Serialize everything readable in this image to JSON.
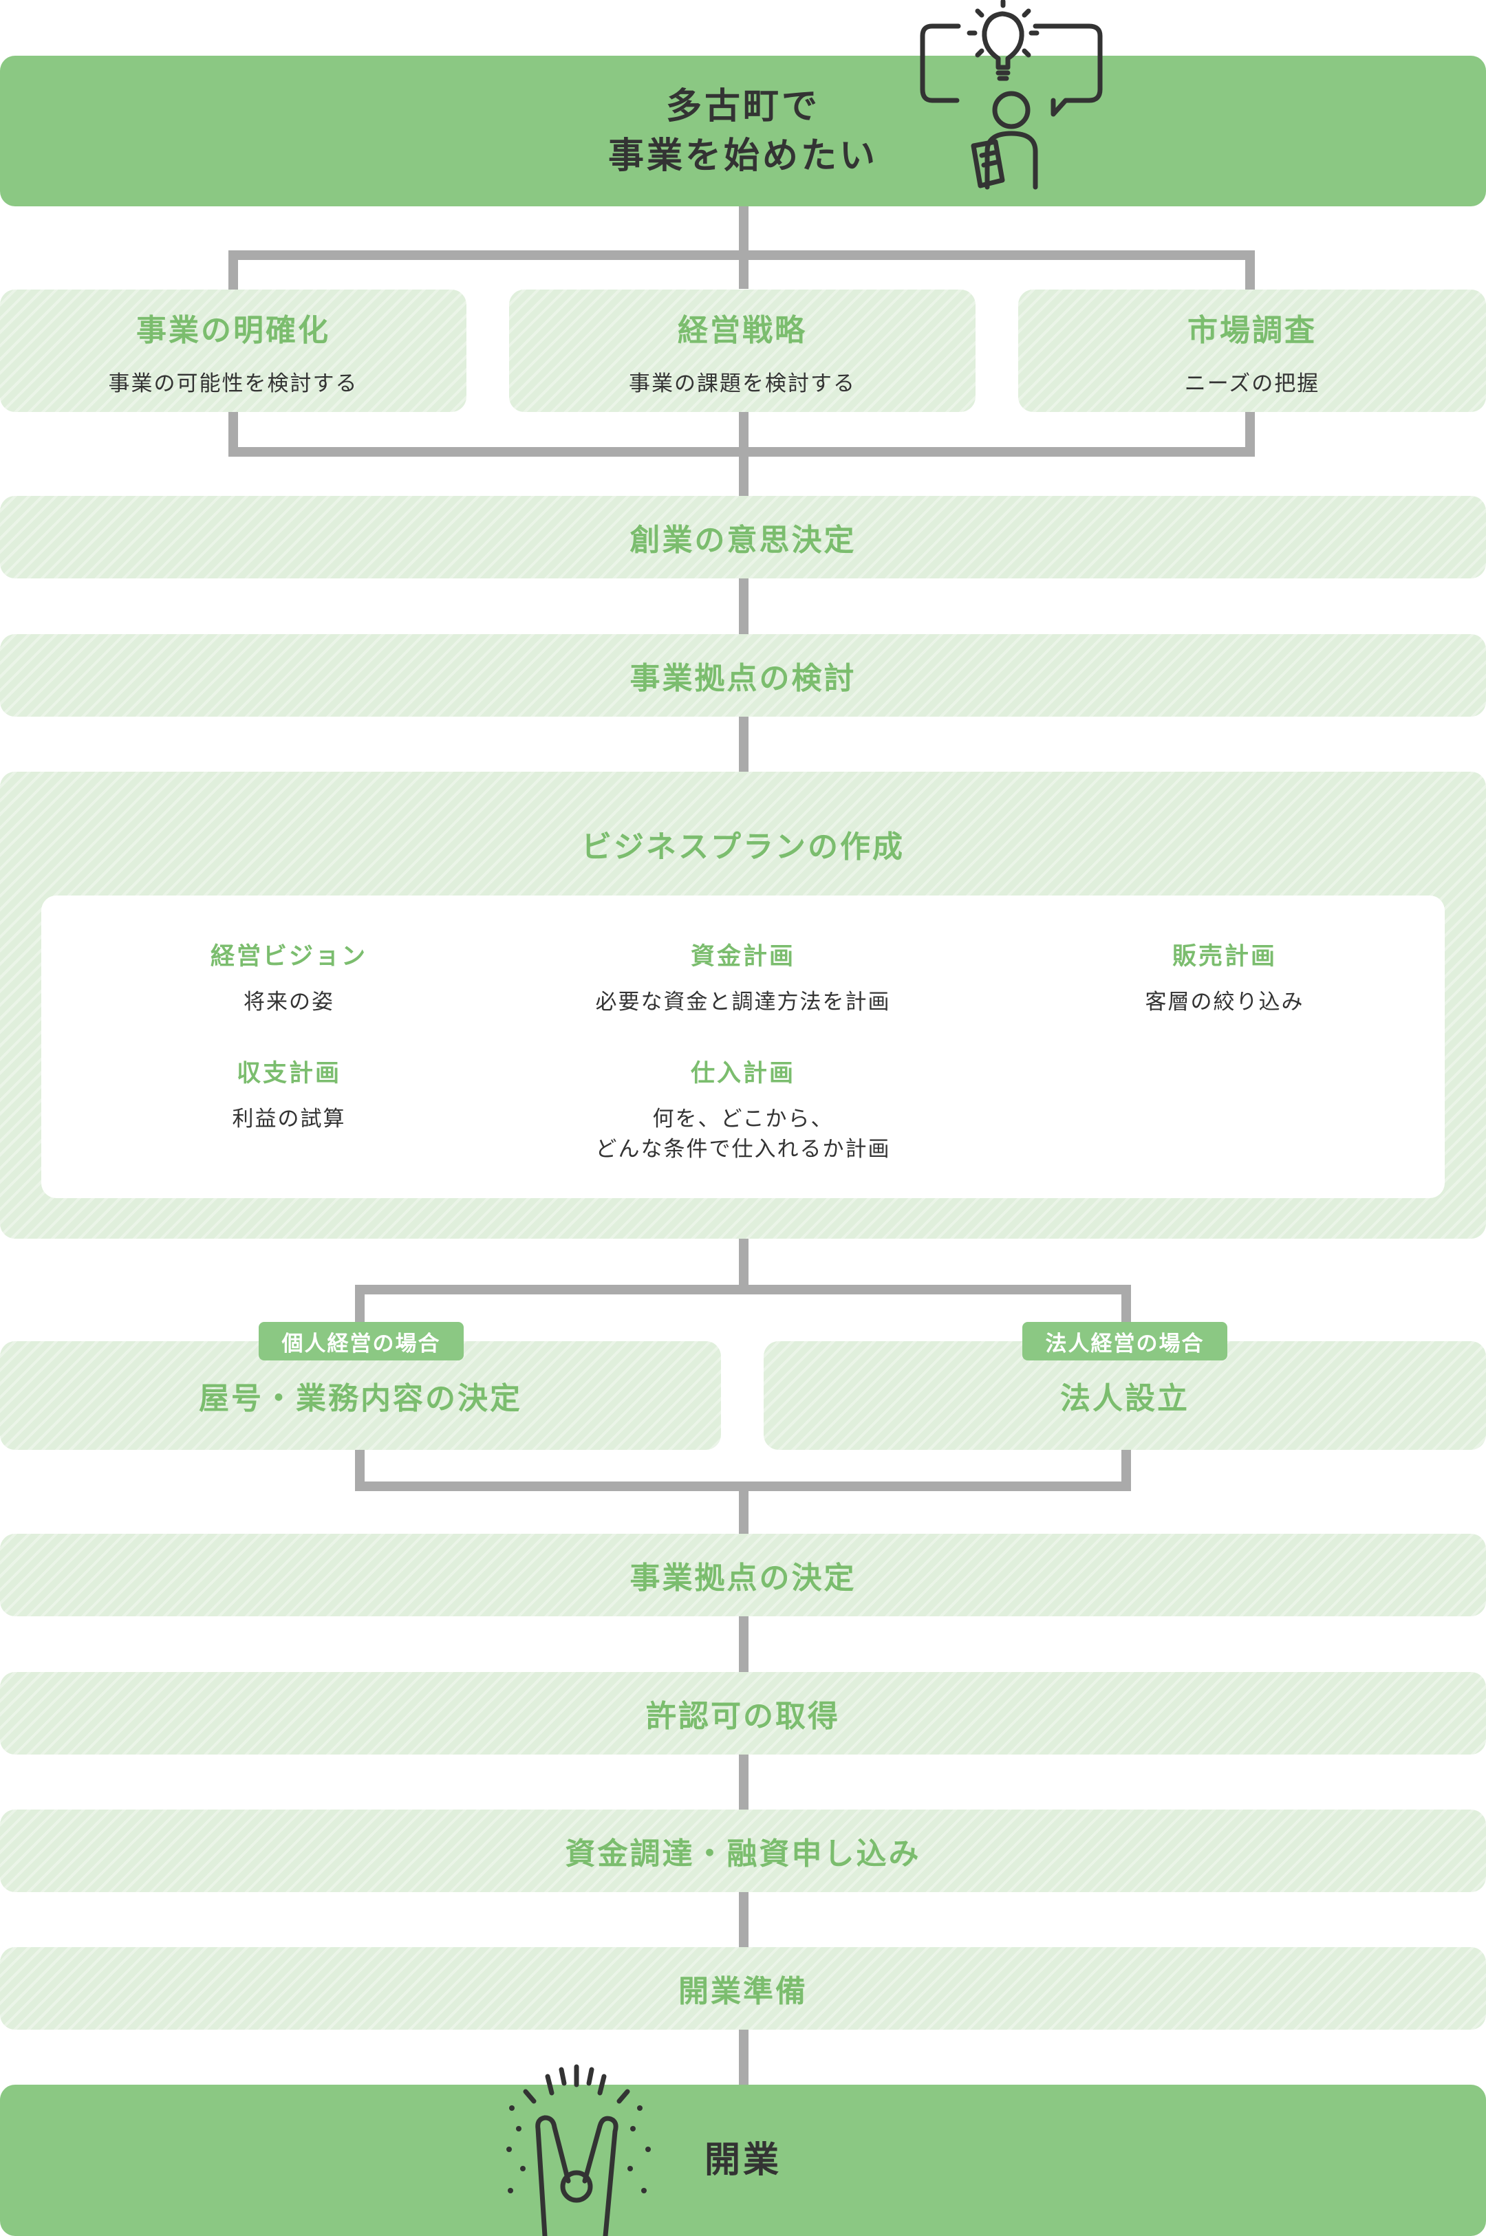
{
  "start": {
    "line1": "多古町で",
    "line2": "事業を始めたい"
  },
  "top_branches": [
    {
      "title": "事業の明確化",
      "desc": "事業の可能性を検討する"
    },
    {
      "title": "経営戦略",
      "desc": "事業の課題を検討する"
    },
    {
      "title": "市場調査",
      "desc": "ニーズの把握"
    }
  ],
  "steps": {
    "decision": "創業の意思決定",
    "base_review": "事業拠点の検討",
    "base_decision": "事業拠点の決定",
    "license": "許認可の取得",
    "funding": "資金調達・融資申し込み",
    "prep": "開業準備"
  },
  "business_plan": {
    "title": "ビジネスプランの作成",
    "items": [
      {
        "title": "経営ビジョン",
        "desc": "将来の姿"
      },
      {
        "title": "資金計画",
        "desc": "必要な資金と調達方法を計画"
      },
      {
        "title": "販売計画",
        "desc": "客層の絞り込み"
      },
      {
        "title": "収支計画",
        "desc": "利益の試算"
      },
      {
        "title": "仕入計画",
        "desc_line1": "何を、どこから、",
        "desc_line2": "どんな条件で仕入れるか計画"
      }
    ]
  },
  "split": [
    {
      "badge": "個人経営の場合",
      "title": "屋号・業務内容の決定"
    },
    {
      "badge": "法人経営の場合",
      "title": "法人設立"
    }
  ],
  "end": {
    "title": "開業"
  },
  "icons": [
    "idea-person-icon",
    "celebrating-hand-icon"
  ],
  "colors": {
    "dark_green": "#8bc883",
    "light_green": "#e0efdc",
    "text_green": "#7bbd6e",
    "connector": "#aaaaaa"
  }
}
